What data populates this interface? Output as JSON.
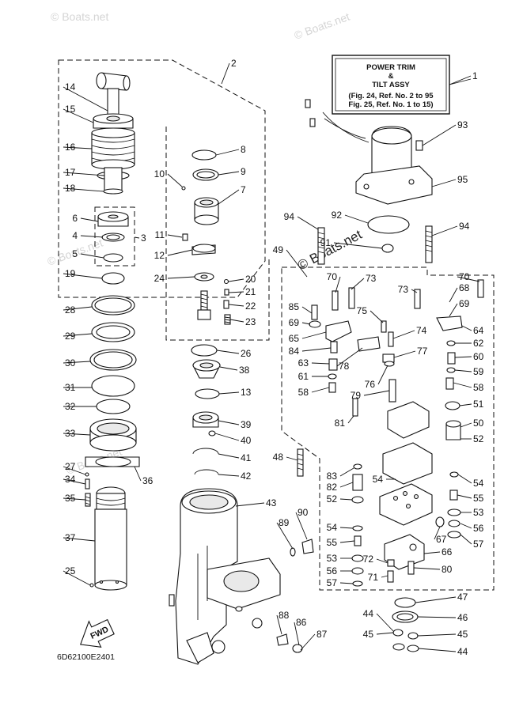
{
  "watermarks": [
    "© Boats.net",
    "© Boats.net",
    "© Boats.net",
    "© Boats.net",
    "© Boats.net"
  ],
  "title_box": {
    "line1": "POWER TRIM",
    "line2": "&",
    "line3": "TILT ASSY",
    "line4": "(Fig. 24, Ref. No. 2 to 95",
    "line5": " Fig. 25, Ref. No. 1 to 15)"
  },
  "diagram_code": "6D62100E2401",
  "fwd_label": "FWD",
  "callouts": [
    "1",
    "2",
    "3",
    "4",
    "5",
    "6",
    "7",
    "8",
    "9",
    "10",
    "11",
    "12",
    "13",
    "14",
    "15",
    "16",
    "17",
    "18",
    "19",
    "20",
    "21",
    "22",
    "23",
    "24",
    "25",
    "26",
    "27",
    "28",
    "29",
    "30",
    "31",
    "32",
    "33",
    "34",
    "35",
    "36",
    "37",
    "38",
    "39",
    "40",
    "41",
    "42",
    "43",
    "44",
    "44",
    "45",
    "45",
    "46",
    "47",
    "48",
    "49",
    "50",
    "51",
    "52",
    "52",
    "53",
    "53",
    "54",
    "54",
    "54",
    "55",
    "55",
    "56",
    "56",
    "57",
    "57",
    "58",
    "58",
    "59",
    "60",
    "61",
    "62",
    "63",
    "64",
    "65",
    "66",
    "67",
    "68",
    "69",
    "69",
    "70",
    "70",
    "71",
    "72",
    "73",
    "73",
    "74",
    "75",
    "76",
    "77",
    "78",
    "79",
    "80",
    "81",
    "82",
    "83",
    "84",
    "85",
    "86",
    "87",
    "88",
    "89",
    "90",
    "91",
    "92",
    "93",
    "94",
    "94",
    "95"
  ]
}
